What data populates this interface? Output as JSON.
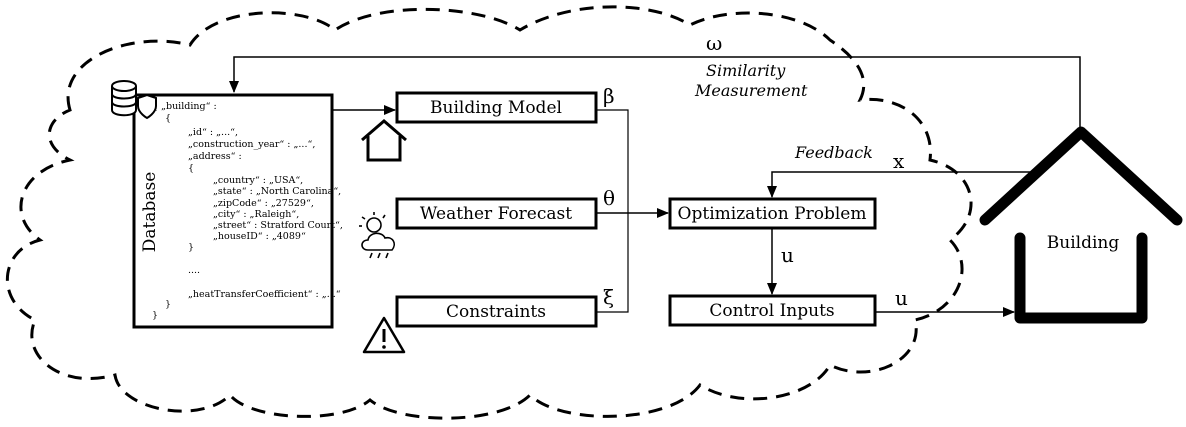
{
  "diagram": {
    "database_label": "Database",
    "json_lines": [
      "{ „building“ :",
      "{",
      "„id“ : „...“,",
      "„construction_year“ : „...“,",
      "„address“ :",
      "{",
      "„country“ : „USA“,",
      "„state“ : „North Carolina“,",
      "„zipCode“ : „27529“,",
      "„city“ : „Raleigh“,",
      "„street“ : Stratford Court“,",
      "„houseID“ : „4089“",
      "}",
      "....",
      "„heatTransferCoefficient“ : „...“",
      "}",
      "}"
    ],
    "boxes": {
      "building_model": "Building Model",
      "weather_forecast": "Weather Forecast",
      "constraints": "Constraints",
      "optimization_problem": "Optimization Problem",
      "control_inputs": "Control Inputs"
    },
    "symbols": {
      "omega": "ω",
      "beta": "β",
      "theta": "θ",
      "xi": "ξ",
      "x": "x",
      "u_vertical": "u",
      "u_horizontal": "u"
    },
    "labels": {
      "similarity_line1": "Similarity",
      "similarity_line2": "Measurement",
      "feedback": "Feedback",
      "building": "Building"
    },
    "icons": [
      "database-shield-icon",
      "house-icon",
      "weather-sun-cloud-icon",
      "warning-icon",
      "building-house-icon"
    ]
  }
}
